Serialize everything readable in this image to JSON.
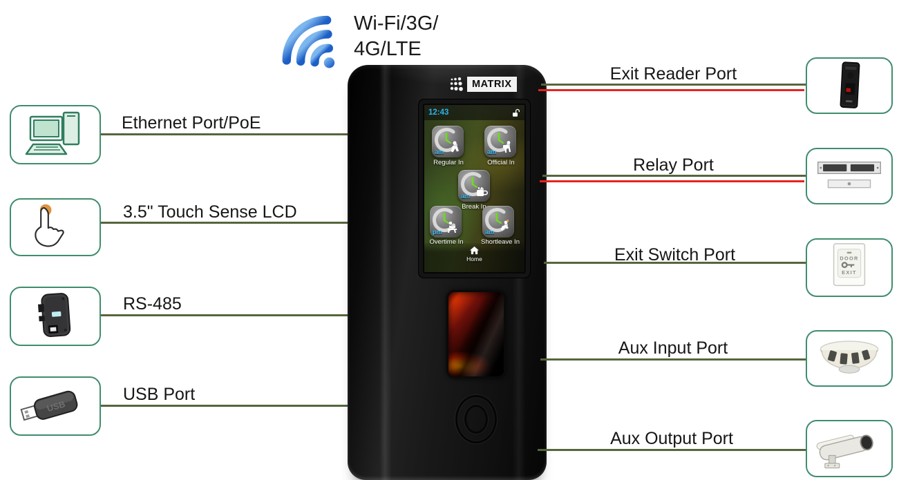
{
  "wifi": {
    "line1": "Wi-Fi/3G/",
    "line2": "4G/LTE"
  },
  "device": {
    "brand": "MATRIX",
    "screen": {
      "time": "12:43",
      "apps": [
        {
          "label": "Regular In",
          "meridiem": "am",
          "icon": "clock-walking-person"
        },
        {
          "label": "Official In",
          "meridiem": "am",
          "icon": "clock-person-podium"
        },
        {
          "label": "Break In",
          "meridiem": "am",
          "icon": "clock-coffee-cup"
        },
        {
          "label": "Overtime In",
          "meridiem": "pm",
          "icon": "clock-person-desk"
        },
        {
          "label": "Shortleave In",
          "meridiem": "am",
          "icon": "clock-running-person"
        }
      ],
      "home_label": "Home"
    }
  },
  "left_ports": [
    {
      "label": "Ethernet Port/PoE",
      "icon": "desktop-computer"
    },
    {
      "label": "3.5\" Touch Sense LCD",
      "icon": "touch-gesture"
    },
    {
      "label": "RS-485",
      "icon": "rs485-converter"
    },
    {
      "label": "USB Port",
      "icon": "usb-flash-drive",
      "drive_text": "USB"
    }
  ],
  "right_ports": [
    {
      "label": "Exit Reader Port",
      "icon": "exit-reader",
      "line": "green-red"
    },
    {
      "label": "Relay Port",
      "icon": "magnetic-lock",
      "line": "green-red"
    },
    {
      "label": "Exit Switch Port",
      "icon": "door-exit-switch",
      "line": "green",
      "switch_text": {
        "line1": "DOOR",
        "line2": "EXIT"
      }
    },
    {
      "label": "Aux Input Port",
      "icon": "smoke-detector",
      "line": "green"
    },
    {
      "label": "Aux Output Port",
      "icon": "cctv-camera",
      "line": "green"
    }
  ],
  "colors": {
    "box_border": "#3f8d6d",
    "connector_line_green": "#55663c",
    "connector_line_red": "#e8231c",
    "wifi_blue": "#2a6fd4",
    "time_text": "#2ab4e8"
  }
}
